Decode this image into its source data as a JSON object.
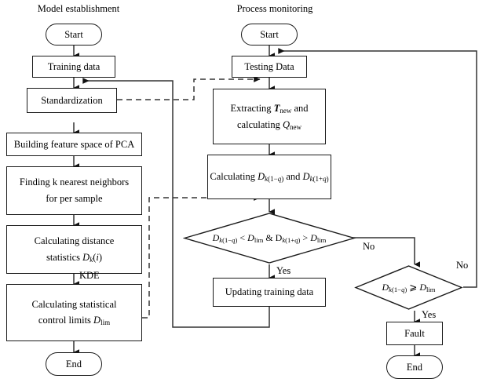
{
  "columns": {
    "left_title": "Model establishment",
    "right_title": "Process monitoring"
  },
  "left_flow": {
    "start": "Start",
    "training_data": "Training data",
    "standardization": "Standardization",
    "pca": "Building feature space of PCA",
    "knn_line1": "Finding k nearest neighbors",
    "knn_line2": "for per sample",
    "distance_line1": "Calculating distance",
    "distance_line2_prefix": "statistics ",
    "distance_line2_math": "Dk(i)",
    "kde_label": "KDE",
    "limits_line1": "Calculating statistical",
    "limits_line2_prefix": "control limits ",
    "limits_line2_math": "Dlim",
    "end": "End"
  },
  "right_flow": {
    "start": "Start",
    "testing_data": "Testing Data",
    "extracting_line1_prefix": "Extracting ",
    "extracting_line1_math": "Tnew",
    "extracting_line1_suffix": " and",
    "extracting_line2_prefix": "calculating ",
    "extracting_line2_math": "Qnew",
    "calculating_prefix": "Calculating ",
    "calculating_math1": "Dk(1-q)",
    "calculating_mid": " and ",
    "calculating_math2": "Dk(1+q)",
    "decision1": "Dk(1-q) < Dlim & Dk(1+q) > Dlim",
    "decision2": "Dk(1-q) ⩾ Dlim",
    "updating": "Updating training data",
    "fault": "Fault",
    "end": "End",
    "yes_label_1": "Yes",
    "no_label_1": "No",
    "yes_label_2": "Yes",
    "no_label_2": "No"
  },
  "style": {
    "stroke": "#1a1a1a",
    "background": "#ffffff"
  }
}
